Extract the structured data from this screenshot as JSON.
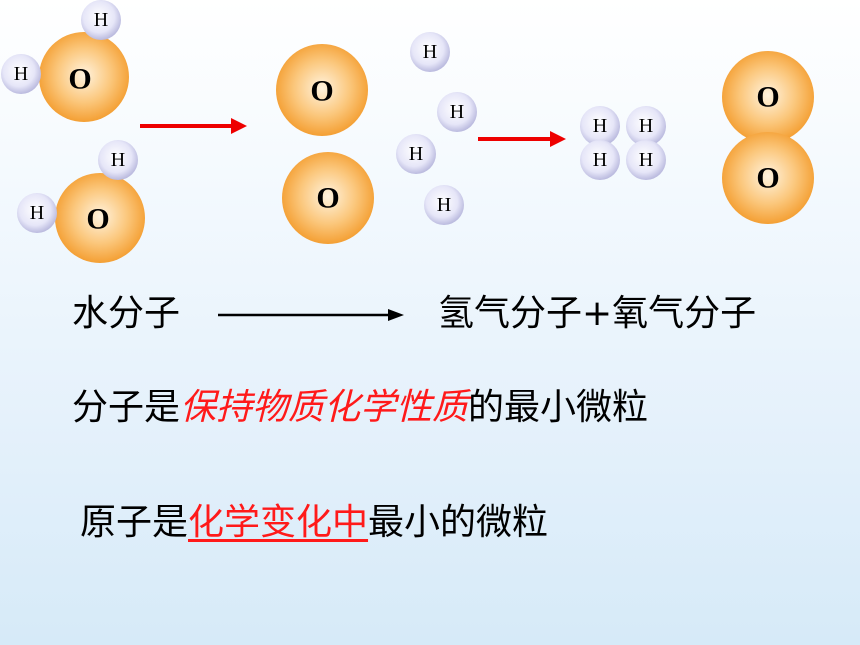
{
  "atoms": {
    "oxygen_symbol": "O",
    "hydrogen_symbol": "H"
  },
  "equation": {
    "reactant": "水分子",
    "product": "氢气分子+氧气分子"
  },
  "statement_molecule": {
    "prefix": "分子是",
    "emphasis": "保持物质化学性质",
    "suffix": "的最小微粒"
  },
  "statement_atom": {
    "prefix": "原子是",
    "emphasis": "化学变化中",
    "suffix": "最小的微粒"
  },
  "colors": {
    "oxygen_atom": "#f7a743",
    "hydrogen_atom": "#dcdcf5",
    "arrow": "#ee0000",
    "emphasis_text": "#ff1a1a"
  }
}
